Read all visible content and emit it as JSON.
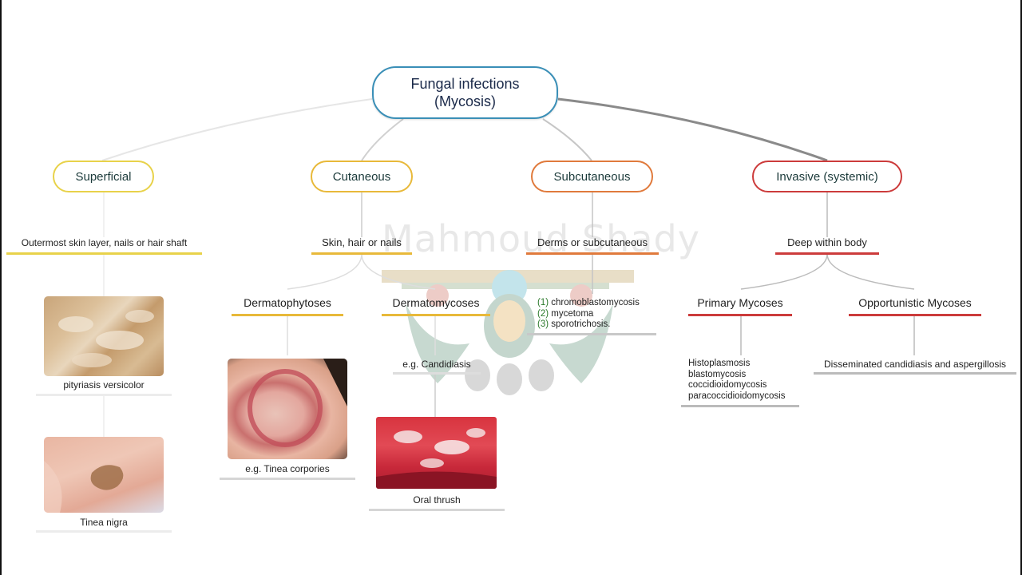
{
  "watermark": "Mahmoud Shady",
  "root": {
    "line1": "Fungal infections",
    "line2": "(Mycosis)",
    "color": "#3a8fb7"
  },
  "categories": {
    "superficial": {
      "label": "Superficial",
      "color": "#e8d24a",
      "description": "Outermost skin layer, nails or hair shaft",
      "examples": [
        "pityriasis versicolor",
        "Tinea nigra"
      ]
    },
    "cutaneous": {
      "label": "Cutaneous",
      "color": "#e8b93a",
      "description": "Skin, hair or nails",
      "children": [
        {
          "label": "Dermatophytoses",
          "example": "e.g. Tinea corpories"
        },
        {
          "label": "Dermatomycoses",
          "example": "e.g. Candidiasis",
          "image_caption": "Oral thrush"
        }
      ]
    },
    "subcutaneous": {
      "label": "Subcutaneous",
      "color": "#e07a3c",
      "description": "Derms or subcutaneous",
      "list": [
        {
          "num": "(1)",
          "text": "chromoblastomycosis"
        },
        {
          "num": "(2)",
          "text": "mycetoma"
        },
        {
          "num": "(3)",
          "text": "sporotrichosis."
        }
      ]
    },
    "invasive": {
      "label": "Invasive (systemic)",
      "color": "#cc3b3b",
      "description": "Deep within body",
      "primary": {
        "label": "Primary Mycoses",
        "items": [
          "Histoplasmosis",
          "blastomycosis",
          "coccidioidomycosis",
          "paracoccidioidomycosis"
        ]
      },
      "opportunistic": {
        "label": "Opportunistic Mycoses",
        "example": "Disseminated candidiasis and aspergillosis"
      }
    }
  },
  "colors": {
    "neutral_line": "#b9b9b9",
    "connector": "#cfcfcf"
  }
}
